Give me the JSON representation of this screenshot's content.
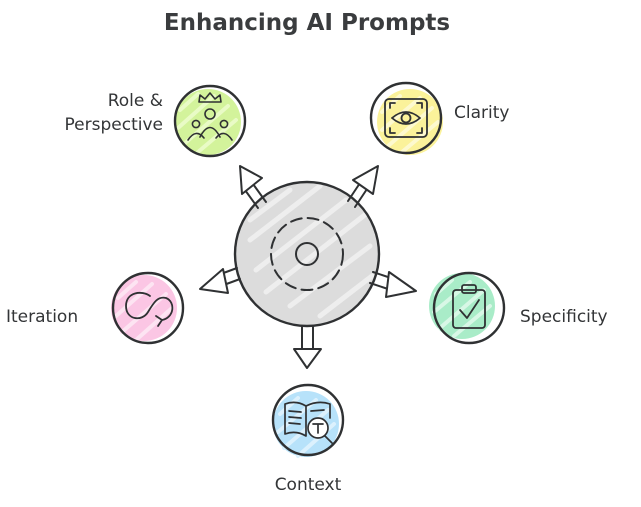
{
  "title": "Enhancing AI Prompts",
  "nodes": {
    "role": {
      "label_line1": "Role &",
      "label_line2": "Perspective",
      "color": "#d3f39b",
      "icon": "crowned-group-icon"
    },
    "clarity": {
      "label": "Clarity",
      "color": "#fbf29a",
      "icon": "eye-focus-icon"
    },
    "iteration": {
      "label": "Iteration",
      "color": "#fbc6e4",
      "icon": "loop-icon"
    },
    "specificity": {
      "label": "Specificity",
      "color": "#a9ecc8",
      "icon": "clipboard-check-icon"
    },
    "context": {
      "label": "Context",
      "color": "#b7e2fa",
      "icon": "book-search-icon"
    }
  },
  "hub": {
    "color": "#dcdcdc",
    "icon": "target-icon"
  }
}
